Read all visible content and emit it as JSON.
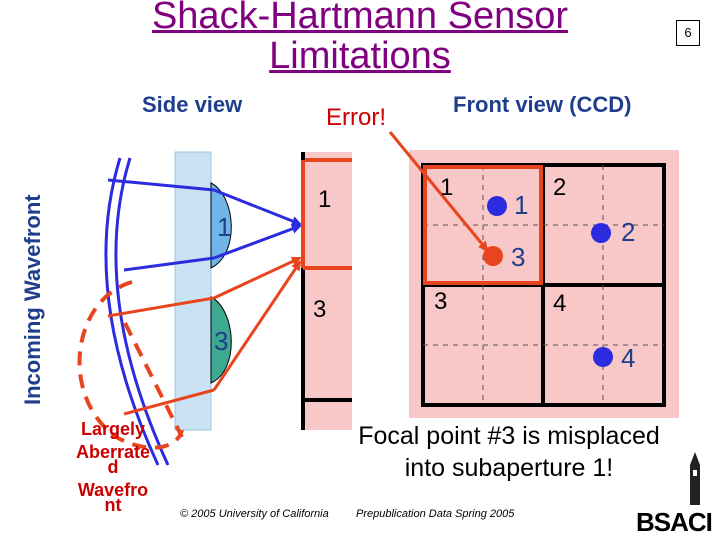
{
  "title": "Shack-Hartmann Sensor Limitations",
  "page_number": "6",
  "labels": {
    "incoming_wavefront": "Incoming Wavefront",
    "side_view": "Side view",
    "front_view": "Front view (CCD)",
    "error": "Error!",
    "largely_aberrated": [
      "Largely",
      "Aberrate",
      "d",
      "Wavefro",
      "nt"
    ]
  },
  "side_view": {
    "lens_labels": [
      "1",
      "3"
    ],
    "detector_labels": [
      "1",
      "3"
    ]
  },
  "front_view": {
    "subaperture_labels": [
      "1",
      "2",
      "3",
      "4"
    ],
    "spot_labels": [
      "1",
      "2",
      "3",
      "4"
    ]
  },
  "caption": [
    "Focal point #3 is misplaced",
    "into subaperture 1!"
  ],
  "footer": {
    "copyright": "© 2005 University of California",
    "prepublication": "Prepublication Data Spring 2005",
    "logo": "BSACI"
  },
  "colors": {
    "title": "#800080",
    "heading_blue": "#1f3e8c",
    "ray_blue": "#2b2be0",
    "ray_red": "#e8441e",
    "error_red": "#cc0000",
    "pink_panel": "#f8c8c8",
    "lens_blue": "#6fb5e8",
    "lenslet_panel": "#c9e2f4",
    "subaperture_highlight": "#e8441e"
  }
}
